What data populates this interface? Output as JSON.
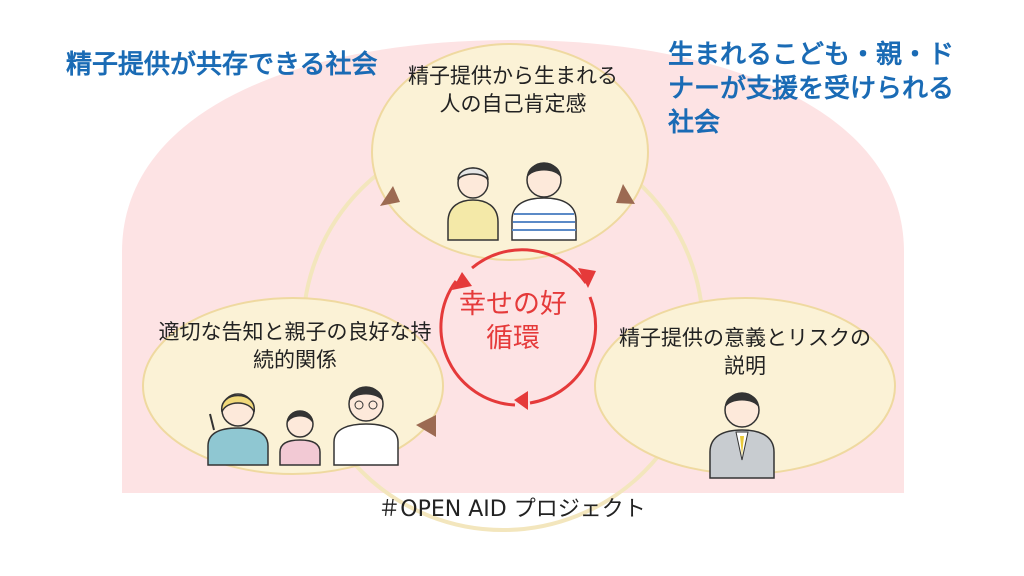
{
  "headings": {
    "left": "精子提供が共存できる社会",
    "right": "生まれるこども・親・ドナーが支援を受けられる社会"
  },
  "nodes": {
    "top": "精子提供から生まれる人の自己肯定感",
    "left": "適切な告知と親子の良好な持続的関係",
    "right": "精子提供の意義とリスクの説明"
  },
  "center": "幸せの好循環",
  "footer": "＃OPEN AID プロジェクト",
  "colors": {
    "heading": "#1a6bb5",
    "background_region": "#fde3e4",
    "bubble_fill": "#fbf2d6",
    "bubble_stroke": "#efd9a0",
    "cycle_red": "#e53a3a",
    "arrow_brown": "#9c6a52"
  }
}
